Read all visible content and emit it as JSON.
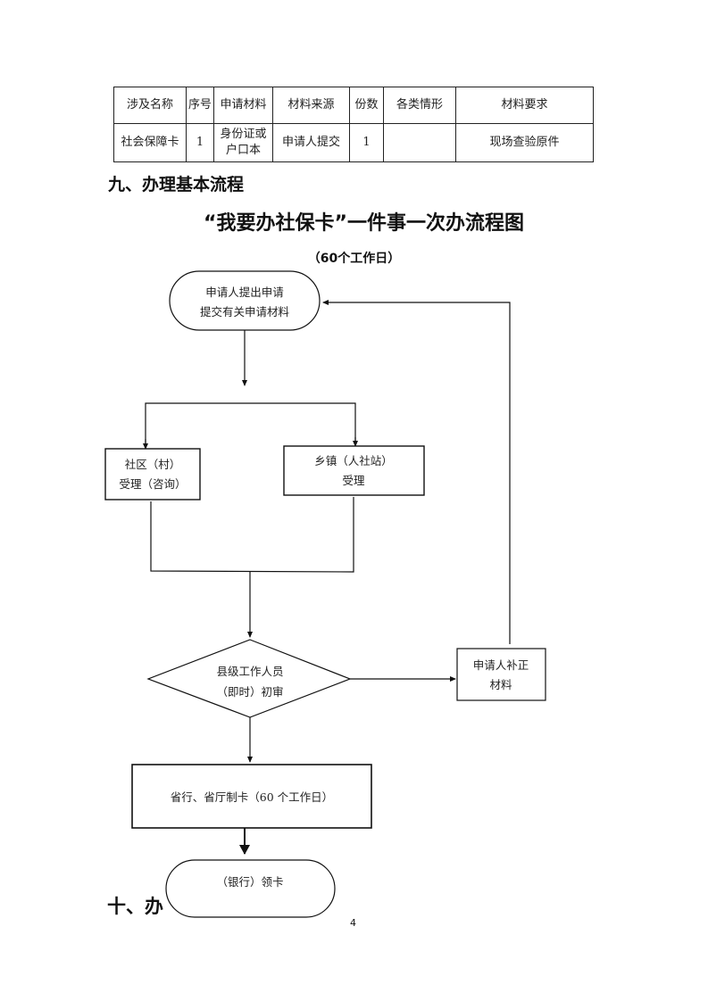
{
  "materials_table": {
    "headers": [
      "涉及名称",
      "序号",
      "申请材料",
      "材料来源",
      "份数",
      "各类情形",
      "材料要求"
    ],
    "rows": [
      [
        "社会保障卡",
        "1",
        "身份证或户口本",
        "申请人提交",
        "1",
        "",
        "现场查验原件"
      ]
    ],
    "row0_material_line1": "身份证或",
    "row0_material_line2": "户口本"
  },
  "section9_heading": "九、办理基本流程",
  "flowchart": {
    "title": "“我要办社保卡”一件事一次办流程图",
    "subtitle": "（60个工作日）",
    "nodes": {
      "start": {
        "line1": "申请人提出申请",
        "line2": "提交有关申请材料"
      },
      "community": {
        "line1": "社区（村）",
        "line2": "受理（咨询）"
      },
      "township": {
        "line1": "乡镇（人社站）",
        "line2": "受理"
      },
      "county_review": {
        "line1": "县级工作人员",
        "line2": "（即时）初审"
      },
      "supplement": {
        "line1": "申请人补正",
        "line2": "材料"
      },
      "card_making": {
        "line1": "省行、省厅制卡（60 个工作日）"
      },
      "collect": {
        "line1": "（银行）领卡"
      }
    }
  },
  "section10_heading_partial": "十、办",
  "page_number": "4"
}
